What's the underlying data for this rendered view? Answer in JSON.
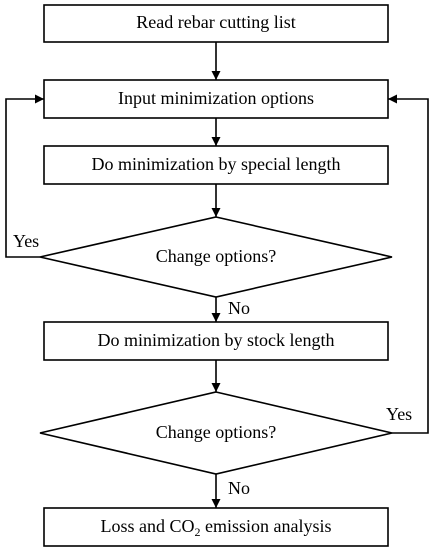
{
  "nodes": {
    "read_list": "Read rebar cutting list",
    "input_options": "Input minimization options",
    "min_special": "Do minimization by special length",
    "decision_1": "Change options?",
    "min_stock": "Do minimization by stock length",
    "decision_2": "Change options?",
    "analysis_pre": "Loss and CO",
    "analysis_sub": "2",
    "analysis_post": " emission analysis"
  },
  "edges": {
    "decision_1_yes": "Yes",
    "decision_1_no": "No",
    "decision_2_yes": "Yes",
    "decision_2_no": "No"
  }
}
